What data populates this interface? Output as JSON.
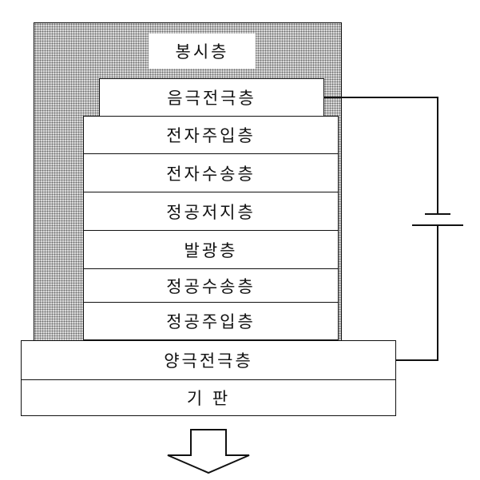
{
  "diagram": {
    "encapsulation_label": "봉시층",
    "cathode_label": "음극전극층",
    "organic_layers": [
      "전자주입층",
      "전자수송층",
      "정공저지층",
      "발광층",
      "정공수송층",
      "정공주입층"
    ],
    "anode_label": "양극전극층",
    "substrate_label": "기 판"
  }
}
